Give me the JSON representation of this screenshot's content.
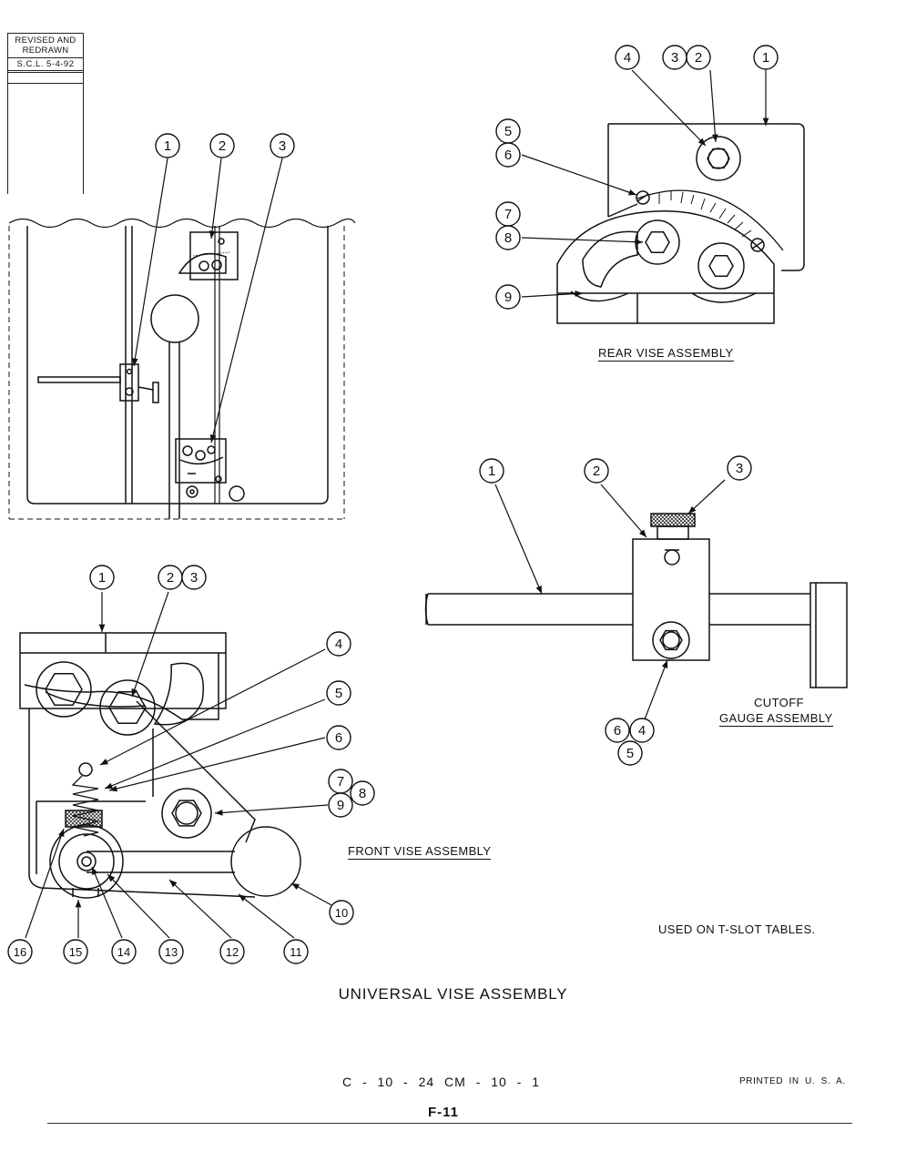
{
  "revision": {
    "line1": "REVISED AND",
    "line2": "REDRAWN",
    "date": "S.C.L. 5-4-92"
  },
  "labels": {
    "rear_vise": "REAR VISE ASSEMBLY",
    "cutoff_line1": "CUTOFF",
    "cutoff_line2": "GAUGE ASSEMBLY",
    "front_vise": "FRONT VISE ASSEMBLY",
    "note": "USED ON T-SLOT TABLES."
  },
  "title": "UNIVERSAL VISE ASSEMBLY",
  "footer": {
    "codes": "C - 10 - 24   CM - 10 - 1",
    "printed": "PRINTED IN U. S. A.",
    "page": "F-11"
  },
  "callouts": {
    "overview": [
      "1",
      "2",
      "3"
    ],
    "rear": [
      "4",
      "3",
      "2",
      "1",
      "5",
      "6",
      "7",
      "8",
      "9"
    ],
    "cutoff": [
      "1",
      "2",
      "3",
      "6",
      "4",
      "5"
    ],
    "front": [
      "1",
      "2",
      "3",
      "4",
      "5",
      "6",
      "7",
      "8",
      "9",
      "10",
      "11",
      "12",
      "13",
      "14",
      "15",
      "16"
    ]
  }
}
